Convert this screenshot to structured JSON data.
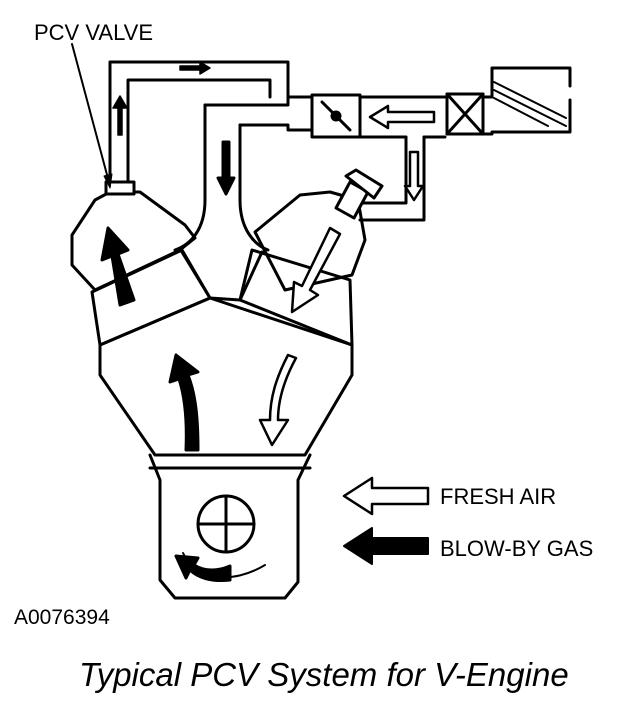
{
  "labels": {
    "pcv_valve": "PCV VALVE",
    "fresh_air": "FRESH AIR",
    "blow_by_gas": "BLOW-BY GAS",
    "figure_id": "A0076394",
    "caption": "Typical PCV System for V-Engine"
  },
  "colors": {
    "line": "#000000",
    "fresh_air_arrow_fill": "#ffffff",
    "blow_by_arrow_fill": "#000000",
    "background": "#ffffff"
  },
  "legend": [
    {
      "key": "fresh_air",
      "arrow_style": "hollow"
    },
    {
      "key": "blow_by_gas",
      "arrow_style": "solid"
    }
  ]
}
